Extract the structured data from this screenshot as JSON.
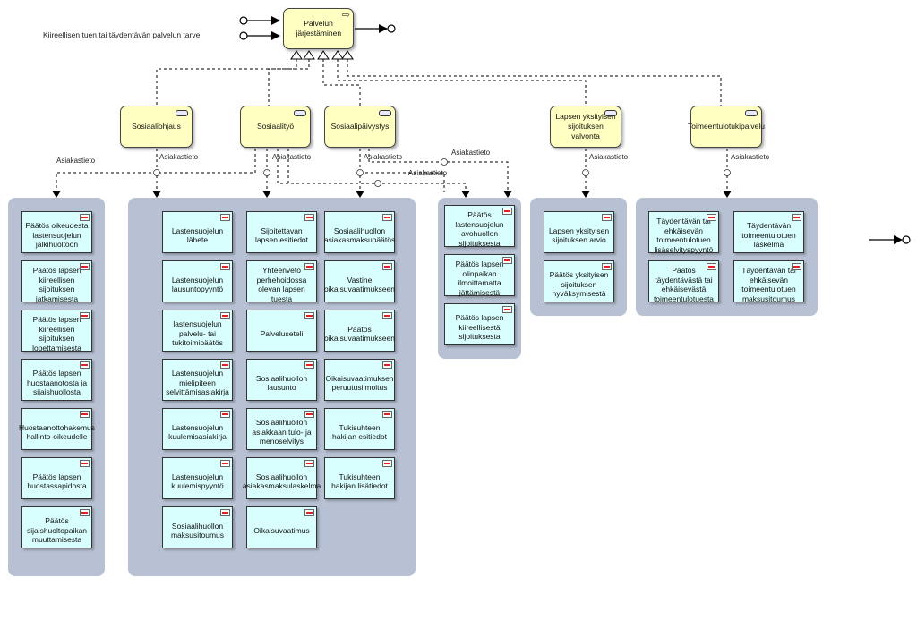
{
  "diagram": {
    "heading": "Kiireellisen tuen tai täydentävän palvelun tarve",
    "main_process": "Palvelun järjestäminen",
    "flow_label": "Asiakastieto",
    "processes": [
      {
        "id": "p1",
        "label": "Sosiaaliohjaus"
      },
      {
        "id": "p2",
        "label": "Sosiaalityö"
      },
      {
        "id": "p3",
        "label": "Sosiaalipäivystys"
      },
      {
        "id": "p4",
        "label": "Lapsen yksityisen sijoituksen valvonta"
      },
      {
        "id": "p5",
        "label": "Toimeentulotukipalvelu"
      }
    ],
    "groups": {
      "g1": [
        "Päätös oikeudesta lastensuojelun jälkihuoltoon",
        "Päätös lapsen kiireellisen sijoituksen jatkamisesta",
        "Päätös lapsen kiireellisen sijoituksen lopettamisesta",
        "Päätös lapsen huostaanotosta ja sijaishuollosta",
        "Huostaanottohakemus hallinto-oikeudelle",
        "Päätös lapsen huostassapidosta",
        "Päätös sijaishuoltopaikan muuttamisesta"
      ],
      "g2a": [
        "Lastensuojelun lähete",
        "Lastensuojelun lausuntopyyntö",
        "lastensuojelun palvelu- tai tukitoimipäätös",
        "Lastensuojelun mielipiteen selvittämisasiakirja",
        "Lastensuojelun kuulemisasiakirja",
        "Lastensuojelun kuulemispyyntö",
        "Sosiaalihuollon maksusitoumus"
      ],
      "g2b": [
        "Sijoitettavan lapsen esitiedot",
        "Yhteenveto perhehoidossa olevan lapsen tuesta",
        "Palveluseteli",
        "Sosiaalihuollon lausunto",
        "Sosiaalihuollon asiakkaan tulo- ja menoselvitys",
        "Sosiaalihuollon asiakasmaksulaskelma",
        "Oikaisuvaatimus"
      ],
      "g2c": [
        "Sosiaalihuollon asiakasmaksupäätös",
        "Vastine oikaisuvaatimukseen",
        "Päätös oikaisuvaatimukseen",
        "Oikaisuvaatimuksen peruutusilmoitus",
        "Tukisuhteen hakijan esitiedot",
        "Tukisuhteen hakijan lisätiedot"
      ],
      "g3": [
        "Päätös lastensuojelun avohuollon sijoituksesta",
        "Päätös lapsen olinpaikan ilmoittamatta jättämisestä",
        "Päätös lapsen kiireellisestä sijoituksesta"
      ],
      "g4": [
        "Lapsen yksityisen sijoituksen arvio",
        "Päätös yksityisen sijoituksen hyväksymisestä"
      ],
      "g5a": [
        "Täydentävän tai ehkäisevän toimeentulotuen lisäselvityspyyntö",
        "Päätös täydentävästä tai ehkäisevästä toimeentulotuesta"
      ],
      "g5b": [
        "Täydentävän toimeentulotuen laskelma",
        "Täydentävän tai ehkäisevän toimeentulotuen maksusitoumus"
      ]
    }
  }
}
